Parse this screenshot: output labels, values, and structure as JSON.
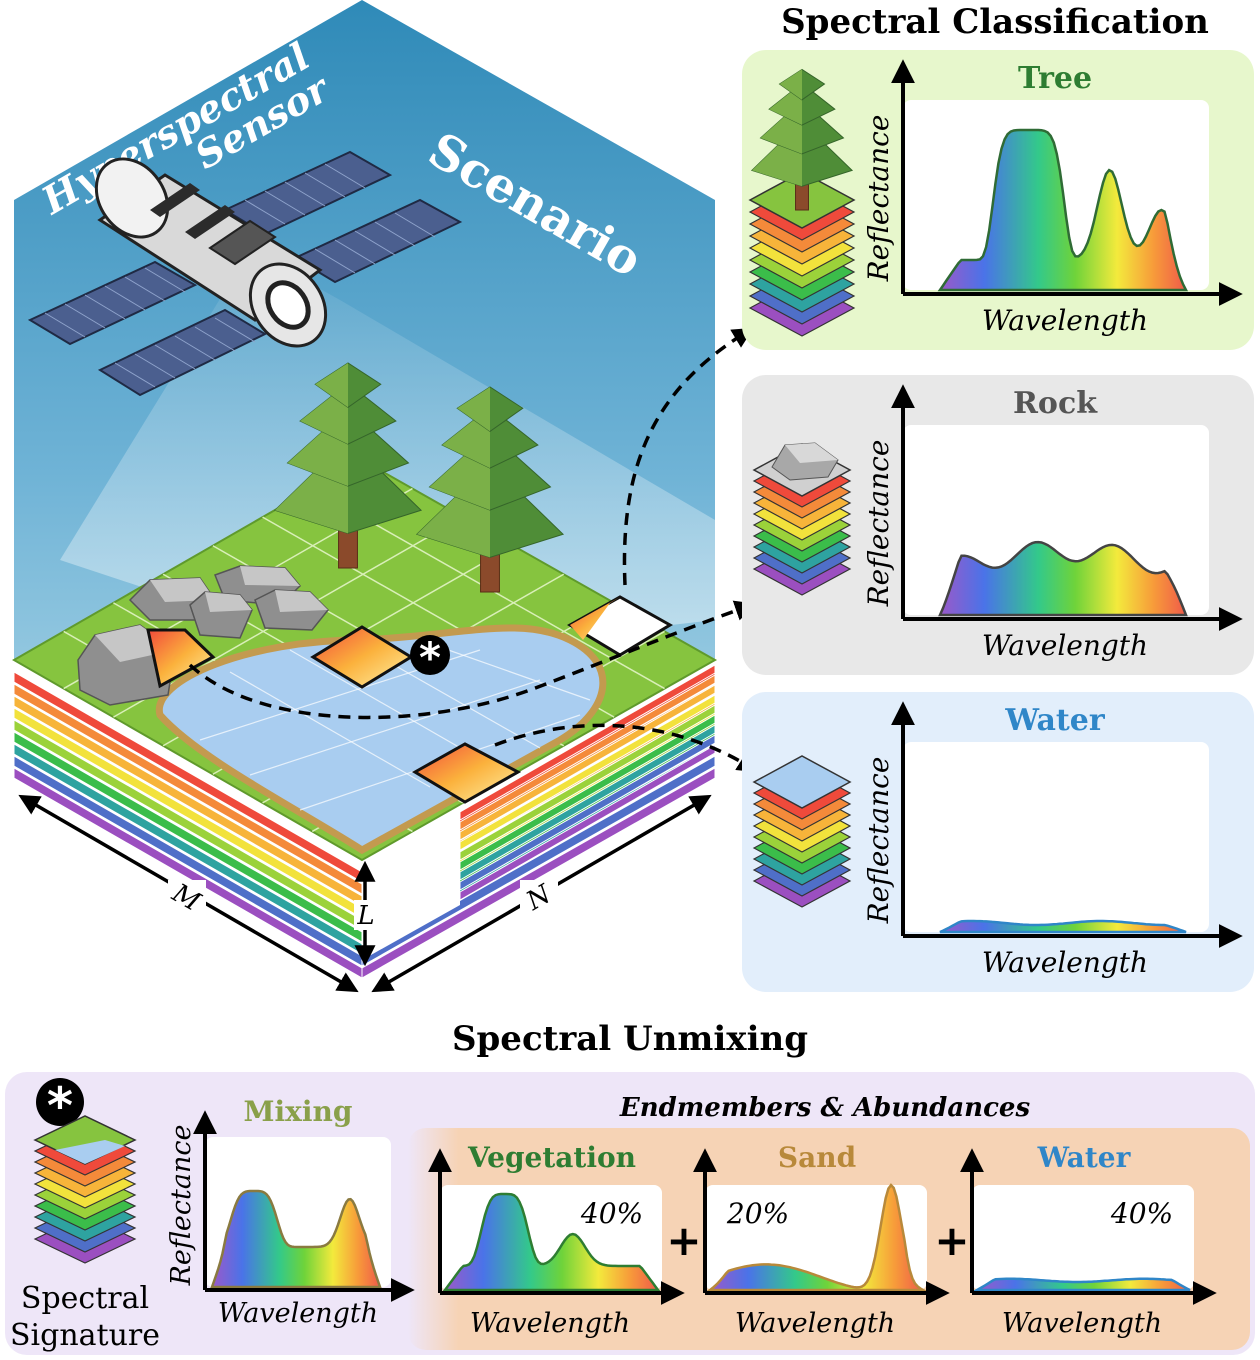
{
  "scene": {
    "sensor_label_line1": "Hyperspectral",
    "sensor_label_line2": "Sensor",
    "scenario_label": "Scenario",
    "dim_m": "M",
    "dim_n": "N",
    "dim_l": "L",
    "asterisk": "*"
  },
  "classification": {
    "title": "Spectral Classification",
    "panels": [
      {
        "name": "Tree",
        "title_color": "#2e7d32",
        "bg": "#e7f7cc",
        "line": "#2f6b35"
      },
      {
        "name": "Rock",
        "title_color": "#555555",
        "bg": "#e8e8e8",
        "line": "#444444"
      },
      {
        "name": "Water",
        "title_color": "#2f86c8",
        "bg": "#e2eefb",
        "line": "#2f86c8"
      }
    ],
    "x_label": "Wavelength",
    "y_label": "Reflectance"
  },
  "unmixing": {
    "title": "Spectral Unmixing",
    "signature_line1": "Spectral",
    "signature_line2": "Signature",
    "asterisk": "*",
    "mixing_title": "Mixing",
    "endmembers_title": "Endmembers & Abundances",
    "x_label": "Wavelength",
    "y_label": "Reflectance",
    "plus": "+",
    "endmembers": [
      {
        "name": "Vegetation",
        "abundance": "40%",
        "color": "#2e7d32"
      },
      {
        "name": "Sand",
        "abundance": "20%",
        "color": "#b8893a"
      },
      {
        "name": "Water",
        "abundance": "40%",
        "color": "#2f86c8"
      }
    ]
  }
}
